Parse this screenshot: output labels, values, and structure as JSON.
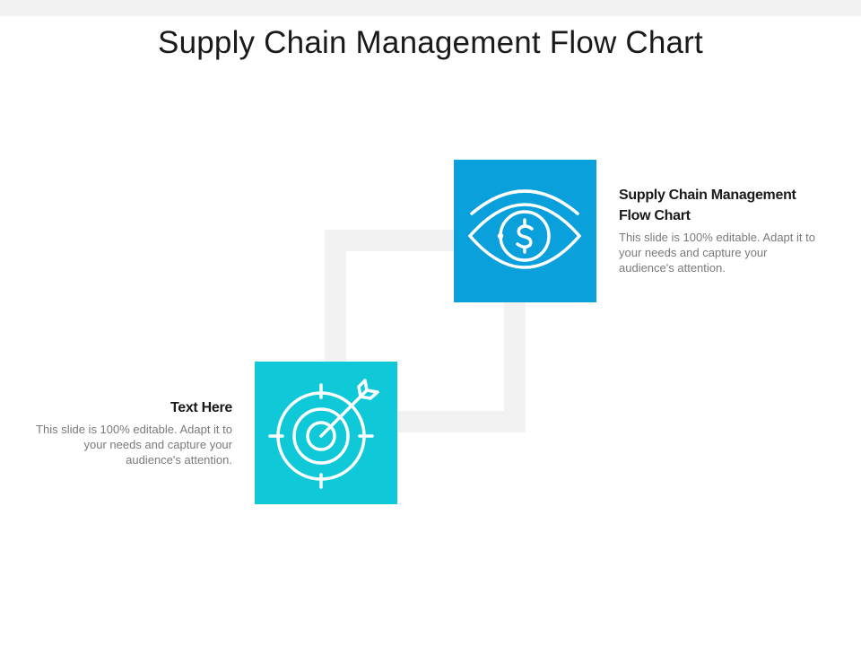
{
  "slide": {
    "title": "Supply Chain Management Flow Chart"
  },
  "items": [
    {
      "heading": "Supply Chain Management Flow Chart",
      "body": "This slide is 100% editable. Adapt it to your needs and capture your audience's attention.",
      "icon": "eye-dollar-icon",
      "color": "#0aa0dc"
    },
    {
      "heading": "Text Here",
      "body": "This slide is 100% editable. Adapt it to your needs and capture your audience's attention.",
      "icon": "target-arrow-icon",
      "color": "#0fc9d8"
    }
  ],
  "colors": {
    "connector": "#f2f2f2",
    "heading_text": "#1a1a1a",
    "body_text": "#7a7a7a"
  }
}
